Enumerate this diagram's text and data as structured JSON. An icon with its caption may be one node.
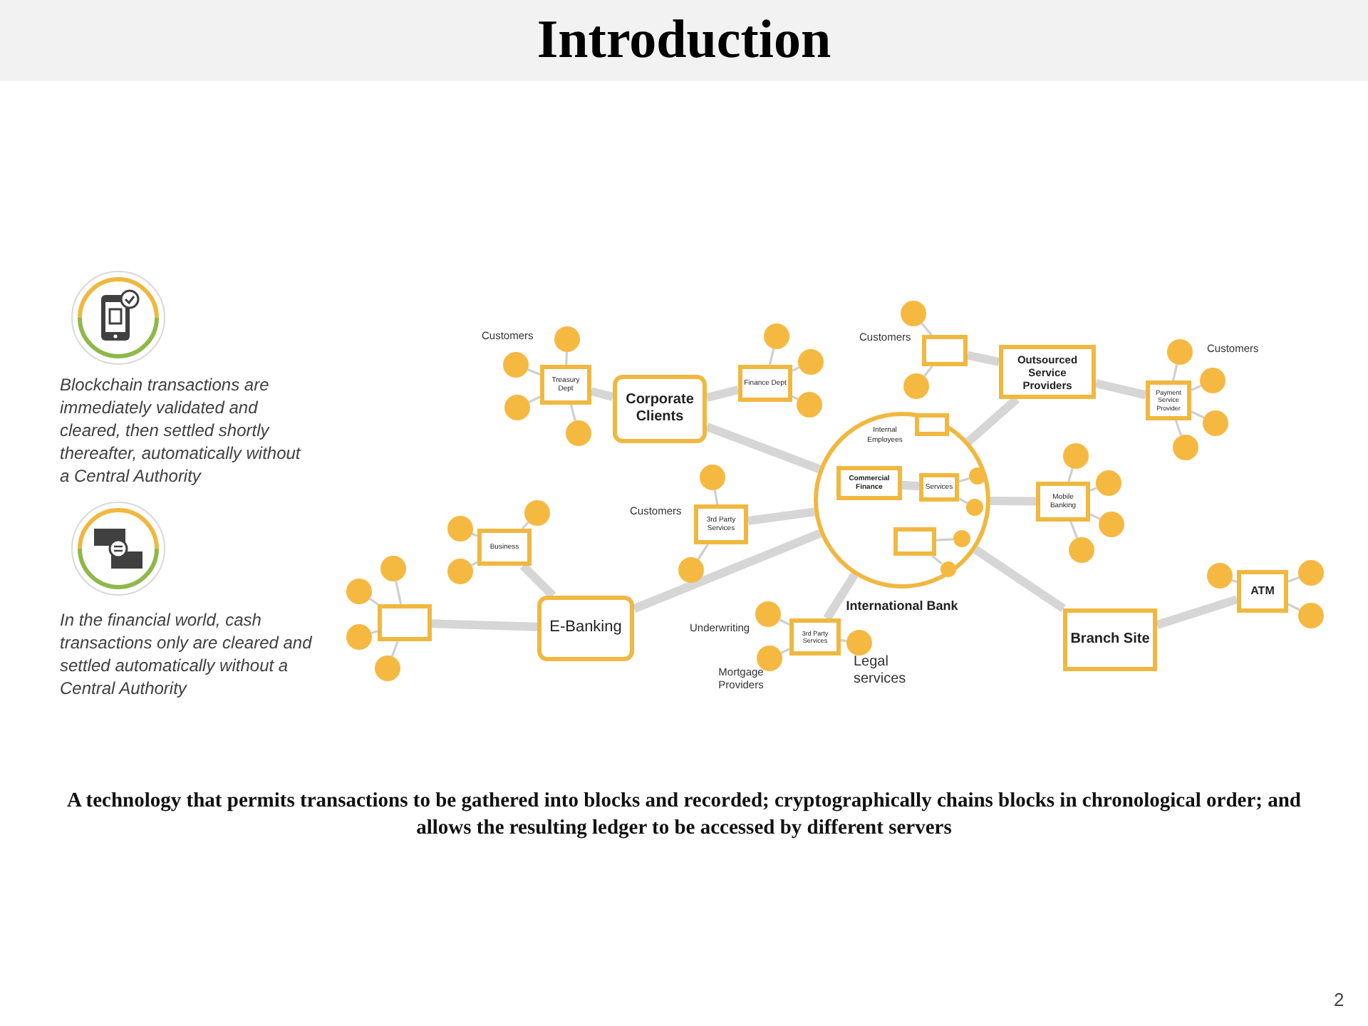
{
  "diagram": {
    "title": "Introduction",
    "caption": "A technology that permits transactions to be gathered into blocks and recorded; cryptographically chains blocks in chronological order; and allows the resulting ledger to be accessed by different servers",
    "nodes": [
      {
        "text": [
          "Corporate Clients"
        ]
      },
      {
        "text": [
          "Treasury Dept"
        ]
      },
      {
        "text": [],
        "shape": "circle"
      },
      {
        "text": [],
        "shape": "circle"
      },
      {
        "text": [],
        "shape": "circle"
      },
      {
        "text": [],
        "shape": "circle"
      },
      {
        "text": [
          "Finance Dept"
        ]
      },
      {
        "text": [],
        "shape": "circle"
      },
      {
        "text": [],
        "shape": "circle"
      },
      {
        "text": [],
        "shape": "circle"
      },
      {
        "text": [],
        "shape": "box"
      },
      {
        "text": [],
        "shape": "circle"
      },
      {
        "text": [],
        "shape": "circle"
      },
      {
        "text": [
          "Outsourced Service Providers"
        ]
      },
      {
        "text": [
          "Payment Service Provider"
        ]
      },
      {
        "text": [],
        "shape": "circle"
      },
      {
        "text": [],
        "shape": "circle"
      },
      {
        "text": [],
        "shape": "circle"
      },
      {
        "text": [],
        "shape": "circle"
      },
      {
        "text": [
          "International Bank"
        ]
      },
      {
        "text": [],
        "shape": "box",
        "in": 19,
        "beside": [
          "Internal Employees"
        ]
      },
      {
        "text": [
          "Commercial Finance"
        ],
        "in": 19
      },
      {
        "text": [
          "Services"
        ],
        "in": 19
      },
      {
        "text": [],
        "shape": "circle",
        "in": 19
      },
      {
        "text": [],
        "shape": "circle",
        "in": 19
      },
      {
        "text": [],
        "shape": "box",
        "in": 19
      },
      {
        "text": [],
        "shape": "circle",
        "in": 19
      },
      {
        "text": [],
        "shape": "circle",
        "in": 19
      },
      {
        "text": [
          "Mobile Banking"
        ]
      },
      {
        "text": [],
        "shape": "circle"
      },
      {
        "text": [],
        "shape": "circle"
      },
      {
        "text": [],
        "shape": "circle"
      },
      {
        "text": [],
        "shape": "circle"
      },
      {
        "text": [
          "3rd Party Services"
        ]
      },
      {
        "text": [],
        "shape": "circle"
      },
      {
        "text": [],
        "shape": "circle"
      },
      {
        "text": [
          "Business"
        ]
      },
      {
        "text": [],
        "shape": "circle"
      },
      {
        "text": [],
        "shape": "circle"
      },
      {
        "text": [],
        "shape": "circle"
      },
      {
        "text": [
          "E-Banking"
        ]
      },
      {
        "text": [],
        "shape": "box"
      },
      {
        "text": [],
        "shape": "circle"
      },
      {
        "text": [],
        "shape": "circle"
      },
      {
        "text": [],
        "shape": "circle"
      },
      {
        "text": [],
        "shape": "circle"
      },
      {
        "text": [
          "3rd Party Services"
        ]
      },
      {
        "text": [],
        "shape": "circle"
      },
      {
        "text": [],
        "shape": "circle"
      },
      {
        "text": [],
        "shape": "circle"
      },
      {
        "text": [
          "Branch Site"
        ]
      },
      {
        "text": [
          "ATM"
        ]
      },
      {
        "text": [],
        "shape": "circle"
      },
      {
        "text": [],
        "shape": "circle"
      },
      {
        "text": [],
        "shape": "circle"
      }
    ],
    "edges": [
      {
        "from": 0,
        "to": 1,
        "arrow": "none",
        "style": "thick"
      },
      {
        "from": 0,
        "to": 6,
        "arrow": "none",
        "style": "thick"
      },
      {
        "from": 0,
        "to": 19,
        "arrow": "none",
        "style": "thick"
      },
      {
        "from": 1,
        "to": 2,
        "arrow": "none"
      },
      {
        "from": 1,
        "to": 3,
        "arrow": "none"
      },
      {
        "from": 1,
        "to": 4,
        "arrow": "none"
      },
      {
        "from": 1,
        "to": 5,
        "arrow": "none"
      },
      {
        "from": 6,
        "to": 7,
        "arrow": "none"
      },
      {
        "from": 6,
        "to": 8,
        "arrow": "none"
      },
      {
        "from": 6,
        "to": 9,
        "arrow": "none"
      },
      {
        "from": 10,
        "to": 11,
        "arrow": "none"
      },
      {
        "from": 10,
        "to": 12,
        "arrow": "none"
      },
      {
        "from": 10,
        "to": 13,
        "arrow": "none",
        "style": "thick"
      },
      {
        "from": 13,
        "to": 14,
        "arrow": "none",
        "style": "thick"
      },
      {
        "from": 14,
        "to": 15,
        "arrow": "none"
      },
      {
        "from": 14,
        "to": 16,
        "arrow": "none"
      },
      {
        "from": 14,
        "to": 17,
        "arrow": "none"
      },
      {
        "from": 14,
        "to": 18,
        "arrow": "none"
      },
      {
        "from": 13,
        "to": 19,
        "arrow": "none",
        "style": "thick"
      },
      {
        "from": 21,
        "to": 22,
        "arrow": "none",
        "style": "thick"
      },
      {
        "from": 22,
        "to": 23,
        "arrow": "none"
      },
      {
        "from": 22,
        "to": 24,
        "arrow": "none"
      },
      {
        "from": 25,
        "to": 26,
        "arrow": "none"
      },
      {
        "from": 25,
        "to": 27,
        "arrow": "none"
      },
      {
        "from": 19,
        "to": 28,
        "arrow": "none",
        "style": "thick"
      },
      {
        "from": 28,
        "to": 29,
        "arrow": "none"
      },
      {
        "from": 28,
        "to": 30,
        "arrow": "none"
      },
      {
        "from": 28,
        "to": 31,
        "arrow": "none"
      },
      {
        "from": 28,
        "to": 32,
        "arrow": "none"
      },
      {
        "from": 33,
        "to": 19,
        "arrow": "none",
        "style": "thick"
      },
      {
        "from": 33,
        "to": 34,
        "arrow": "none"
      },
      {
        "from": 33,
        "to": 35,
        "arrow": "none"
      },
      {
        "from": 36,
        "to": 40,
        "arrow": "none",
        "style": "thick"
      },
      {
        "from": 36,
        "to": 37,
        "arrow": "none"
      },
      {
        "from": 36,
        "to": 38,
        "arrow": "none"
      },
      {
        "from": 36,
        "to": 39,
        "arrow": "none"
      },
      {
        "from": 41,
        "to": 40,
        "arrow": "none",
        "style": "thick"
      },
      {
        "from": 41,
        "to": 42,
        "arrow": "none"
      },
      {
        "from": 41,
        "to": 43,
        "arrow": "none"
      },
      {
        "from": 41,
        "to": 44,
        "arrow": "none"
      },
      {
        "from": 41,
        "to": 45,
        "arrow": "none"
      },
      {
        "from": 40,
        "to": 19,
        "arrow": "none",
        "style": "thick"
      },
      {
        "from": 46,
        "to": 19,
        "arrow": "none",
        "style": "thick"
      },
      {
        "from": 46,
        "to": 47,
        "arrow": "none"
      },
      {
        "from": 46,
        "to": 48,
        "arrow": "none"
      },
      {
        "from": 46,
        "to": 49,
        "arrow": "none"
      },
      {
        "from": 19,
        "to": 50,
        "arrow": "none",
        "style": "thick"
      },
      {
        "from": 50,
        "to": 51,
        "arrow": "none",
        "style": "thick"
      },
      {
        "from": 51,
        "to": 52,
        "arrow": "none"
      },
      {
        "from": 51,
        "to": 53,
        "arrow": "none"
      },
      {
        "from": 51,
        "to": 54,
        "arrow": "none"
      }
    ],
    "labels": [
      "Customers",
      "Customers",
      "Customers",
      "Blockchain transactions are immediately validated and cleared, then settled shortly thereafter, automatically without a Central Authority",
      "Customers",
      "In the financial world, cash transactions only are cleared and settled automatically without a Central Authority",
      "Underwriting",
      "Legal services",
      "Mortgage Providers",
      "2"
    ]
  }
}
